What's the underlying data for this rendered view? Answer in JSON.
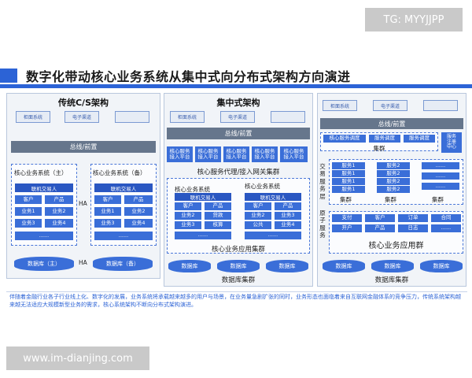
{
  "watermark_top": "TG: MYYJJPP",
  "watermark_bottom": "www.im-dianjing.com",
  "title": "数字化带动核心业务系统从集中式向分布式架构方向演进",
  "left": {
    "title": "传统C/S架构",
    "channels": [
      "柜面系统",
      "电子渠道",
      ""
    ],
    "bus": "总线/前置",
    "main_label": "核心业务系统（主）",
    "backup_label": "核心业务系统（备）",
    "online": "联机交易人",
    "items": [
      "客户",
      "产品",
      "业务1",
      "业务2",
      "业务3",
      "业务4",
      "......"
    ],
    "ha_top": "HA",
    "ha_bottom": "HA",
    "db_main": "数据库（主）",
    "db_backup": "数据库（备）"
  },
  "middle": {
    "title": "集中式架构",
    "channels": [
      "柜面系统",
      "电子渠道",
      ""
    ],
    "bus": "总线/前置",
    "access": [
      "核心服务\n接入平台",
      "核心服务\n接入平台",
      "核心服务\n接入平台",
      "核心服务\n接入平台",
      "核心服务\n接入平台"
    ],
    "access_cluster": "核心服务代理/接入网关集群",
    "core_label": "核心业务系统",
    "online": "联机交易人",
    "items_a": [
      "客户",
      "产品",
      "业务2",
      "贷款",
      "业务3",
      "核算",
      "......"
    ],
    "items_b": [
      "客户",
      "产品",
      "业务2",
      "业务3",
      "公共",
      "业务4",
      "......"
    ],
    "app_cluster": "核心业务应用集群",
    "dbs": [
      "数据库",
      "数据库",
      "数据库"
    ],
    "db_cluster": "数据库集群"
  },
  "right": {
    "channels": [
      "柜面系统",
      "电子渠道",
      ""
    ],
    "bus": "总线/前置",
    "svc": [
      "核心服务调度",
      "服务调度",
      "服务调度"
    ],
    "svc_cluster": "集群",
    "registry": "服务\n注册\n中心",
    "side_top": "交易服务层",
    "side_bottom": "原子服务",
    "col1": [
      "服务1",
      "服务1",
      "服务1",
      "服务1"
    ],
    "col2": [
      "服务2",
      "服务2",
      "服务2",
      "服务2"
    ],
    "col3": [
      "......",
      "......",
      "......"
    ],
    "cluster": "集群",
    "atoms": [
      "支付",
      "客户",
      "订单",
      "合同",
      "开户",
      "产品",
      "日志",
      "......"
    ],
    "app_cluster": "核心业务应用群",
    "dbs": [
      "数据库",
      "数据库",
      "数据库"
    ],
    "db_cluster": "数据库集群"
  },
  "description": "伴随着金融行业各子行业线上化、数字化的发展，业务系统将承载越来越多的用户与场景，在业务量急剧扩张的同时，业务形态也面临着来自互联网金融体系的竞争压力，传统系统架构越来越无法适应大规模新型业务的需求，核心系统架构不断向分布式架构演进。"
}
